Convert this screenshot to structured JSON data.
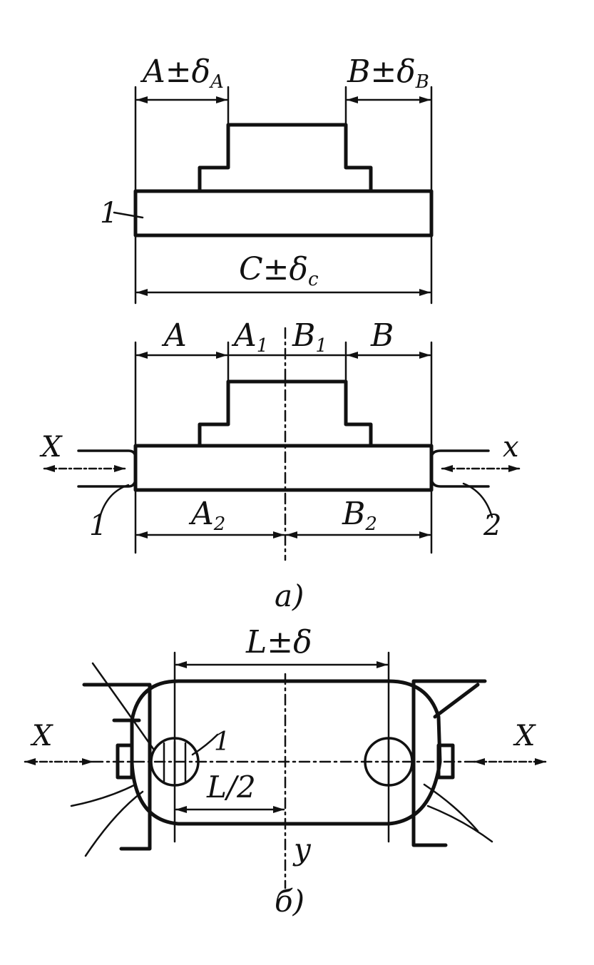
{
  "diagram_a": {
    "top": {
      "dim_left": "A±δ",
      "dim_left_sub": "A",
      "dim_right": "B±δ",
      "dim_right_sub": "B",
      "dim_bottom": "C±δ",
      "dim_bottom_sub": "c",
      "item_label": "1"
    },
    "bottom": {
      "dim_a": "A",
      "dim_a1": "A",
      "dim_a1_sub": "1",
      "dim_b1": "B",
      "dim_b1_sub": "1",
      "dim_b": "B",
      "dim_a2": "A",
      "dim_a2_sub": "2",
      "dim_b2": "B",
      "dim_b2_sub": "2",
      "x_left": "X",
      "x_right": "x",
      "item_left": "1",
      "item_right": "2"
    },
    "caption": "a)"
  },
  "diagram_b": {
    "dim_total": "L±δ",
    "dim_half": "L/2",
    "x_left": "X",
    "x_right": "X",
    "item_label": "1",
    "axis_label": "y",
    "caption": "б)"
  }
}
